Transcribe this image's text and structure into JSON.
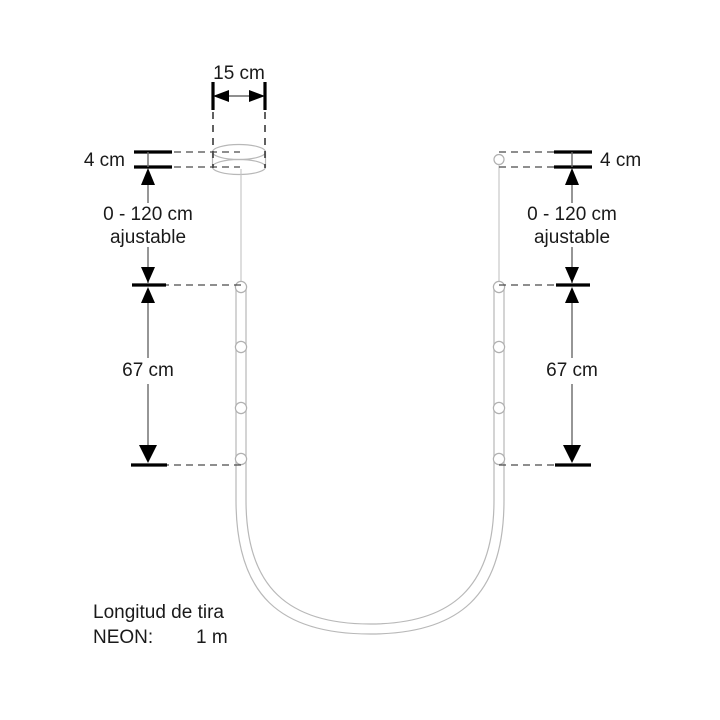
{
  "drawing": {
    "title": "Technical dimension drawing of adjustable U-shaped neon pendant lamp",
    "units": "cm",
    "colors": {
      "background": "#ffffff",
      "text": "#1a1a1a",
      "dimension_line": "#6a6a6a",
      "tick": "#000000",
      "product_outline": "#b8b8b8"
    },
    "dimensions": {
      "width_top": {
        "label": "15 cm",
        "value": 15,
        "unit": "cm",
        "orientation": "horizontal"
      },
      "canopy_left": {
        "label": "4 cm",
        "value": 4,
        "unit": "cm",
        "orientation": "vertical"
      },
      "canopy_right": {
        "label": "4 cm",
        "value": 4,
        "unit": "cm",
        "orientation": "vertical"
      },
      "adjustable_left": {
        "label_line1": "0 - 120 cm",
        "label_line2": "ajustable",
        "min": 0,
        "max": 120,
        "unit": "cm",
        "orientation": "vertical"
      },
      "adjustable_right": {
        "label_line1": "0 - 120 cm",
        "label_line2": "ajustable",
        "min": 0,
        "max": 120,
        "unit": "cm",
        "orientation": "vertical"
      },
      "drop_left": {
        "label": "67 cm",
        "value": 67,
        "unit": "cm",
        "orientation": "vertical"
      },
      "drop_right": {
        "label": "67 cm",
        "value": 67,
        "unit": "cm",
        "orientation": "vertical"
      }
    },
    "caption": {
      "line1": "Longitud de tira",
      "line2_label": "NEON:",
      "line2_value": "1 m"
    }
  }
}
